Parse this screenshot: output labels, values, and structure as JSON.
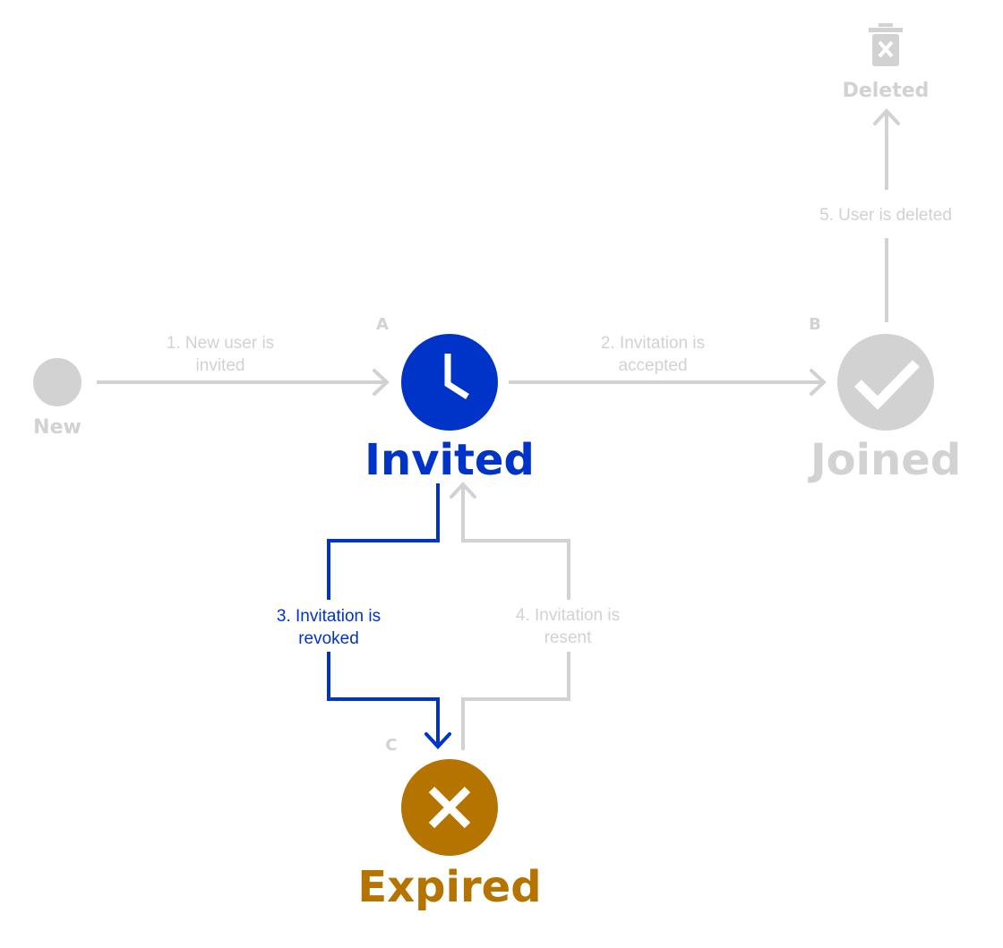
{
  "colors": {
    "inactive": "#d2d2d2",
    "active_blue": "#0033c7",
    "expired": "#b57400",
    "white": "#ffffff"
  },
  "states": {
    "new": {
      "name": "New",
      "icon": "circle"
    },
    "invited": {
      "name": "Invited",
      "letter": "A",
      "icon": "clock-icon"
    },
    "joined": {
      "name": "Joined",
      "letter": "B",
      "icon": "check-icon"
    },
    "expired": {
      "name": "Expired",
      "letter": "C",
      "icon": "x-icon"
    },
    "deleted": {
      "name": "Deleted",
      "icon": "trash-icon"
    }
  },
  "transitions": {
    "t1": {
      "line1": "1. New user is",
      "line2": "invited"
    },
    "t2": {
      "line1": "2. Invitation is",
      "line2": "accepted"
    },
    "t3": {
      "line1": "3. Invitation is",
      "line2": "revoked"
    },
    "t4": {
      "line1": "4. Invitation is",
      "line2": "resent"
    },
    "t5": {
      "line1": "5. User is deleted"
    }
  }
}
